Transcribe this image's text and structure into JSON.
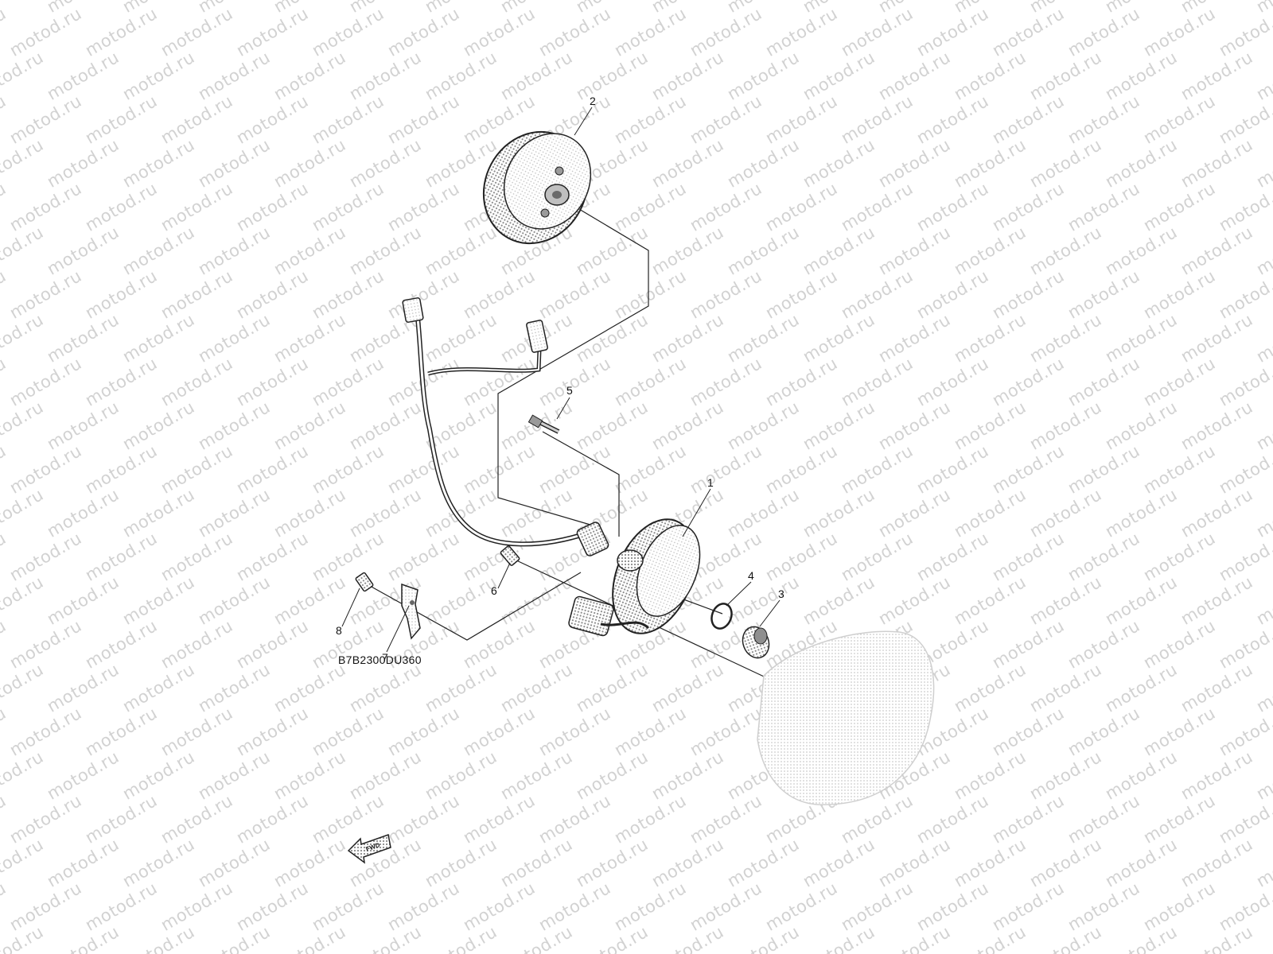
{
  "watermark": {
    "text": "motod.ru"
  },
  "callouts": {
    "c1": "1",
    "c2": "2",
    "c3": "3",
    "c4": "4",
    "c5": "5",
    "c6": "6",
    "c7": "7",
    "c8": "8"
  },
  "fwd_arrow": {
    "label": "FWD"
  },
  "diagram_code": "B7B2300DU360"
}
